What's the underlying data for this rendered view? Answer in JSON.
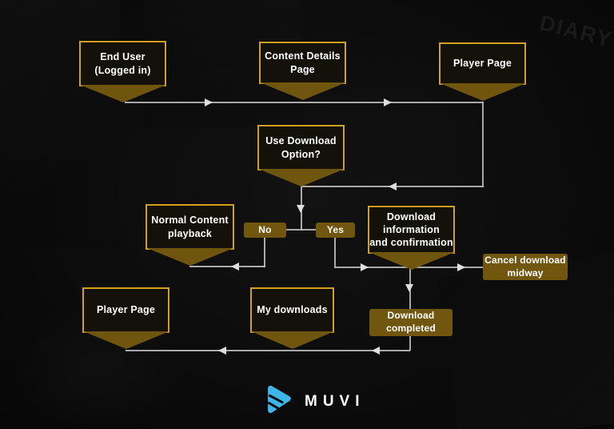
{
  "background": {
    "faint_text": "DIARY"
  },
  "flowchart": {
    "nodes": [
      {
        "id": "end-user",
        "label": "End User\n(Logged in)"
      },
      {
        "id": "content-details",
        "label": "Content Details\nPage"
      },
      {
        "id": "player-page-top",
        "label": "Player Page"
      },
      {
        "id": "use-download-option",
        "label": "Use Download\nOption?"
      },
      {
        "id": "normal-playback",
        "label": "Normal Content\nplayback"
      },
      {
        "id": "no",
        "label": "No"
      },
      {
        "id": "yes",
        "label": "Yes"
      },
      {
        "id": "download-info",
        "label": "Download\ninformation\nand confirmation"
      },
      {
        "id": "cancel-download",
        "label": "Cancel download\nmidway"
      },
      {
        "id": "player-page-bottom",
        "label": "Player Page"
      },
      {
        "id": "my-downloads",
        "label": "My downloads"
      },
      {
        "id": "download-completed",
        "label": "Download\ncompleted"
      }
    ],
    "flow": [
      "End User (Logged in) -> Content Details Page",
      "Content Details Page -> Player Page",
      "Player Page -> Use Download Option?",
      "Use Download Option? -No-> Normal Content playback",
      "Use Download Option? -Yes-> Download information and confirmation",
      "Download information and confirmation -> Cancel download midway",
      "Download information and confirmation -> Download completed",
      "Download completed -> My downloads",
      "My downloads -> Player Page"
    ],
    "colors": {
      "box_border": "#d2a11f",
      "box_fill": "#6f550e",
      "connector": "#bfbfbf",
      "label_text": "#ffffff"
    }
  },
  "footer": {
    "brand": "MUVI",
    "logo_color": "#3db6ea"
  }
}
